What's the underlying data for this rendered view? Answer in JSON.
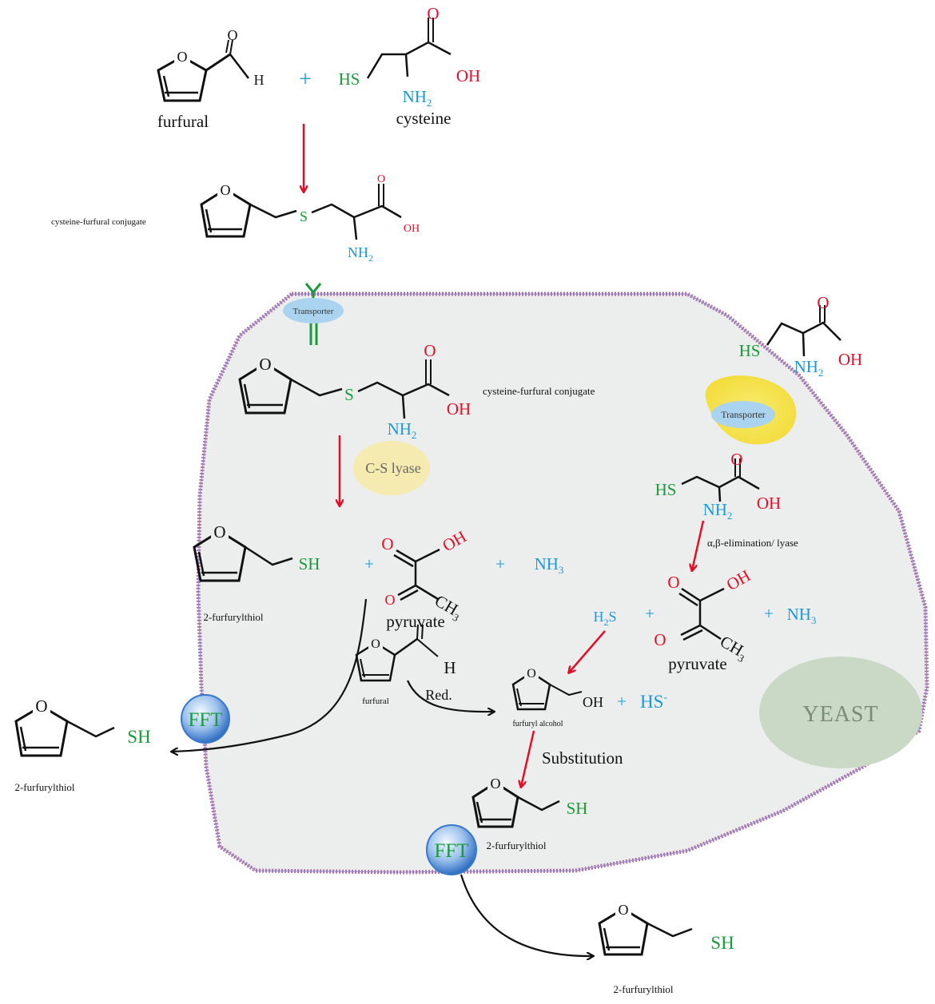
{
  "colors": {
    "green": "#1a9a3a",
    "blue": "#1a9ad6",
    "red": "#e0102a",
    "black": "#111111",
    "cell_fill": "#eceeee",
    "cell_border": "#b06ca0",
    "yeast_fill": "#c9d9c6",
    "lyase_fill": "#f5eab0",
    "transporter_fill": "#a9d3ef",
    "transporter_glow": "#f6e55a"
  },
  "top": {
    "furfural_label": "furfural",
    "cysteine_label": "cysteine",
    "plus": "+",
    "aldehyde_O": "O",
    "aldehyde_H": "H",
    "HS": "HS",
    "NH": "NH",
    "sub2": "2",
    "OH": "OH",
    "O": "O"
  },
  "conjugate_outside": {
    "label": "cysteine-furfural conjugate",
    "S": "S",
    "NH": "NH",
    "sub2": "2",
    "OH": "OH",
    "O": "O"
  },
  "transporter_label": "Transporter",
  "conjugate_inside": {
    "label": "cysteine-furfural conjugate",
    "S": "S",
    "NH": "NH",
    "sub2": "2",
    "OH": "OH",
    "O": "O"
  },
  "lyase_label": "C-S lyase",
  "left_products": {
    "thiol_label": "2-furfurylthiol",
    "SH": "SH",
    "plus": "+",
    "pyruvate_label": "pyruvate",
    "OH": "OH",
    "O": "O",
    "CH": "CH",
    "sub3": "3",
    "NH": "NH"
  },
  "right_cysteine": {
    "HS": "HS",
    "NH": "NH",
    "sub2": "2",
    "OH": "OH",
    "O": "O"
  },
  "transporter2_label": "Transporter",
  "inner_cysteine": {
    "HS": "HS",
    "NH": "NH",
    "sub2": "2",
    "OH": "OH",
    "O": "O"
  },
  "elimination_label": "α,β-elimination/ lyase",
  "right_products": {
    "H2S_H": "H",
    "H2S_S": "S",
    "sub2": "2",
    "plus": "+",
    "pyruvate_label": "pyruvate",
    "OH": "OH",
    "O": "O",
    "CH": "CH",
    "sub3": "3",
    "NH": "NH"
  },
  "furfural_inside": {
    "label": "furfural",
    "H": "H",
    "O": "O",
    "red_label": "Red."
  },
  "furfuryl_alcohol": {
    "label": "furfuryl alcohol",
    "OH": "OH",
    "plus": "+",
    "HS": "HS",
    "minus": "-"
  },
  "substitution_label": "Substitution",
  "inner_thiol": {
    "label": "2-furfurylthiol",
    "SH": "SH"
  },
  "fft_label": "FFT",
  "left_outside_thiol": {
    "label": "2-furfurylthiol",
    "SH": "SH"
  },
  "bottom_thiol": {
    "label": "2-furfurylthiol",
    "SH": "SH"
  },
  "yeast_label": "YEAST",
  "furan_O": "O"
}
